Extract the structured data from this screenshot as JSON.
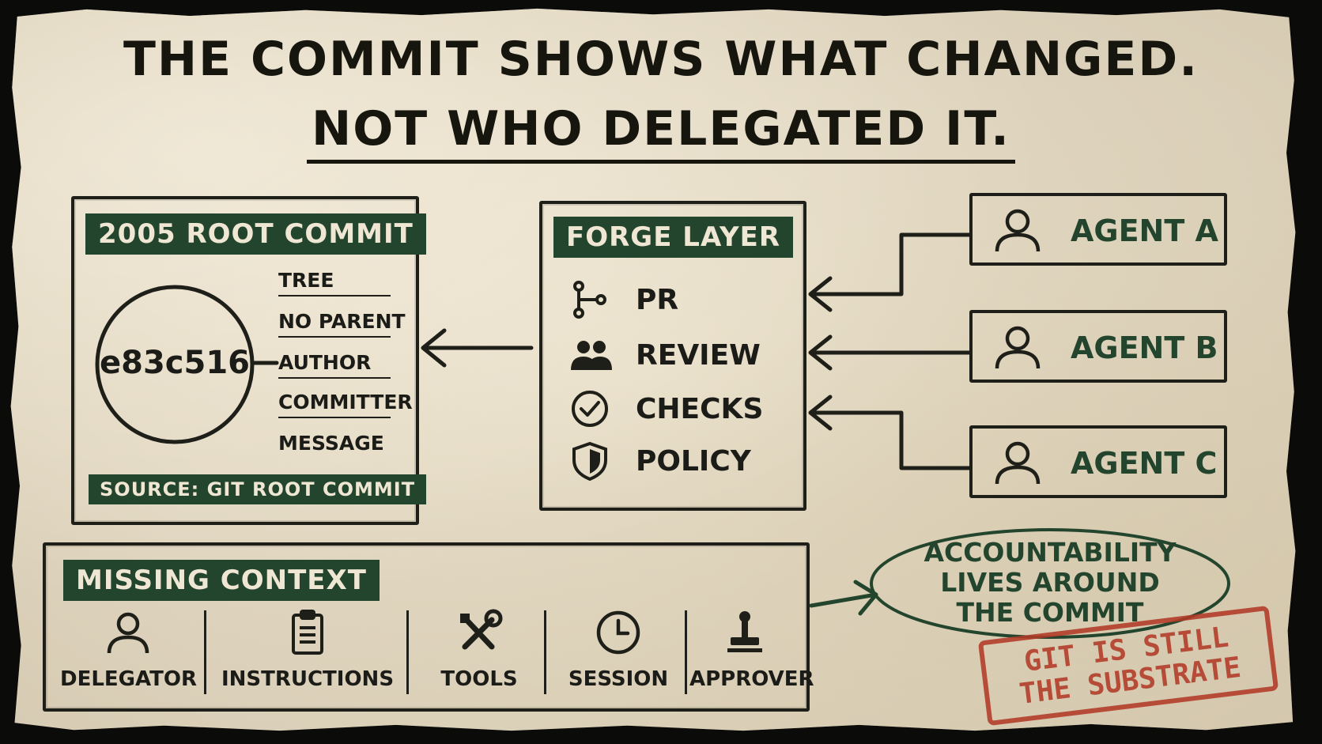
{
  "headline": {
    "line1": "THE COMMIT SHOWS WHAT CHANGED.",
    "line2": "NOT WHO DELEGATED IT."
  },
  "root_commit": {
    "label": "2005 ROOT COMMIT",
    "hash": "e83c516",
    "fields": [
      "TREE",
      "NO PARENT",
      "AUTHOR",
      "COMMITTER",
      "MESSAGE"
    ],
    "source": "SOURCE: GIT ROOT COMMIT"
  },
  "forge": {
    "label": "FORGE LAYER",
    "items": [
      {
        "text": "PR",
        "icon": "branch-icon"
      },
      {
        "text": "REVIEW",
        "icon": "people-icon"
      },
      {
        "text": "CHECKS",
        "icon": "check-circle-icon"
      },
      {
        "text": "POLICY",
        "icon": "shield-icon"
      }
    ]
  },
  "agents": [
    {
      "name": "AGENT A",
      "icon": "user-icon"
    },
    {
      "name": "AGENT B",
      "icon": "user-icon"
    },
    {
      "name": "AGENT C",
      "icon": "user-icon"
    }
  ],
  "missing_context": {
    "label": "MISSING CONTEXT",
    "items": [
      {
        "text": "DELEGATOR",
        "icon": "user-icon"
      },
      {
        "text": "INSTRUCTIONS",
        "icon": "clipboard-icon"
      },
      {
        "text": "TOOLS",
        "icon": "tools-icon"
      },
      {
        "text": "SESSION",
        "icon": "clock-icon"
      },
      {
        "text": "APPROVER",
        "icon": "stamp-icon"
      }
    ]
  },
  "accountability": {
    "line1": "ACCOUNTABILITY",
    "line2": "LIVES AROUND",
    "line3": "THE COMMIT"
  },
  "stamp": {
    "line1": "GIT IS STILL",
    "line2": "THE SUBSTRATE"
  },
  "colors": {
    "paper": "#ece3cf",
    "ink": "#1f1f1a",
    "green": "#24452d",
    "red": "#b23a27"
  }
}
